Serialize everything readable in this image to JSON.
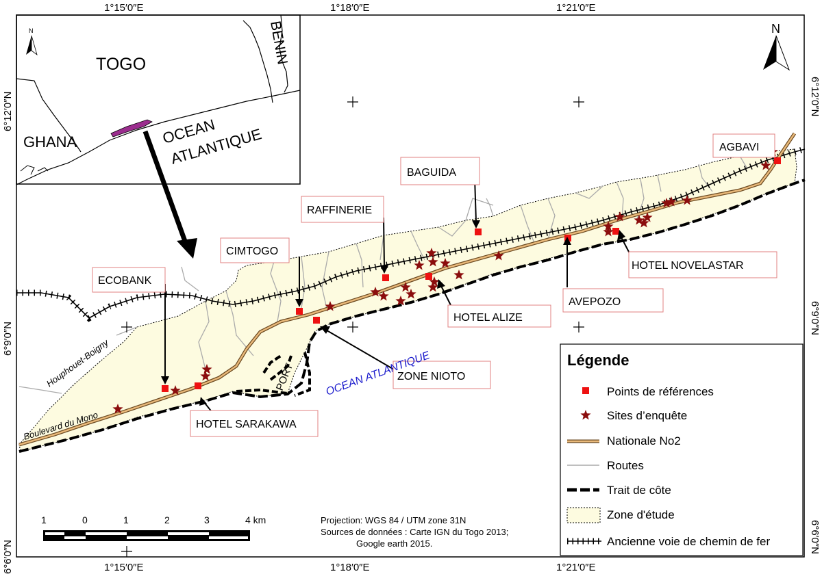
{
  "coords": {
    "top": [
      "1°15′0″E",
      "1°18′0″E",
      "1°21′0″E"
    ],
    "bottom": [
      "1°15′0″E",
      "1°18′0″E",
      "1°21′0″E"
    ],
    "left": [
      "6°12′0″N",
      "6°9′0″N",
      "6°6′0″N"
    ],
    "right": [
      "6°12′0″N",
      "6°9′0″N",
      "6°6′0″N"
    ]
  },
  "inset": {
    "togo": "TOGO",
    "benin": "BENIN",
    "ghana": "GHANA",
    "ocean_line1": "OCEAN",
    "ocean_line2": "ATLANTIQUE",
    "north": "N"
  },
  "north_arrow": "N",
  "places": {
    "agbavi": "AGBAVI",
    "baguida": "BAGUIDA",
    "raffinerie": "RAFFINERIE",
    "cimtogo": "CIMTOGO",
    "ecobank": "ECOBANK",
    "hotel_novelastar": "HOTEL NOVELASTAR",
    "avepozo": "AVEPOZO",
    "hotel_alize": "HOTEL ALIZE",
    "zone_nioto": "ZONE NIOTO",
    "hotel_sarakawa": "HOTEL SARAKAWA"
  },
  "map_text": {
    "ocean": "OCEAN ATLANTIQUE",
    "port": "PORT",
    "houphouet": "Houphouet-Boigny",
    "boulevard": "Boulevard du Mono"
  },
  "scale": {
    "ticks": [
      "1",
      "0",
      "1",
      "2",
      "3",
      "4 km"
    ]
  },
  "credits": {
    "line1": "Projection: WGS 84 / UTM zone 31N",
    "line2": "Sources de données : Carte IGN du Togo 2013;",
    "line3": "Google earth 2015."
  },
  "legend": {
    "title": "Légende",
    "items": [
      {
        "label": "Points de références"
      },
      {
        "label": "Sites d’enquête"
      },
      {
        "label": "Nationale No2"
      },
      {
        "label": "Routes"
      },
      {
        "label": "Trait de côte"
      },
      {
        "label": "Zone d'étude"
      },
      {
        "label": "Ancienne voie de chemin de fer"
      }
    ]
  },
  "colors": {
    "zone_fill": "#fdfbe0",
    "road_main": "#c8955a",
    "routes": "#a8a8a8",
    "reference_points": "#ee1111",
    "survey_sites": "#8b0d0d",
    "inset_study_area": "#9b2d8e"
  }
}
